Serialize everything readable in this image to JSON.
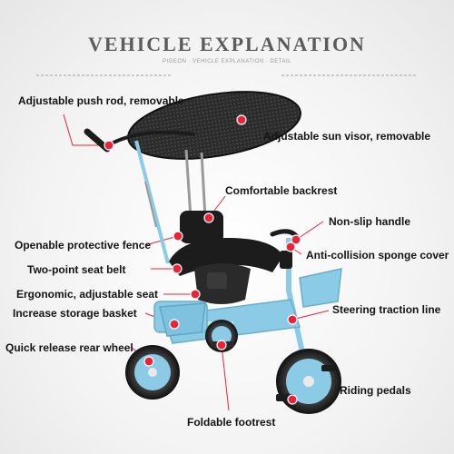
{
  "header": {
    "title": "VEHICLE EXPLANATION",
    "subtitle": "PIGEON · VEHICLE EXPLANATION · DETAIL"
  },
  "brand": {
    "frame_text": "PIGEON"
  },
  "labels": {
    "push_rod": "Adjustable push rod, removable",
    "sun_visor": "Adjustable sun visor, removable",
    "backrest": "Comfortable backrest",
    "handle": "Non-slip handle",
    "fence": "Openable protective fence",
    "sponge": "Anti-collision sponge cover",
    "belt": "Two-point seat belt",
    "seat": "Ergonomic, adjustable seat",
    "basket": "Increase storage basket",
    "traction": "Steering traction line",
    "rear_wheel": "Quick release rear wheel",
    "pedals": "Riding pedals",
    "footrest": "Foldable footrest"
  },
  "colors": {
    "frame": "#8ccbe6",
    "canopy": "#1e1e1e",
    "marker": "#e8243a",
    "leader": "#e8243a",
    "title": "#5b5b5b"
  }
}
